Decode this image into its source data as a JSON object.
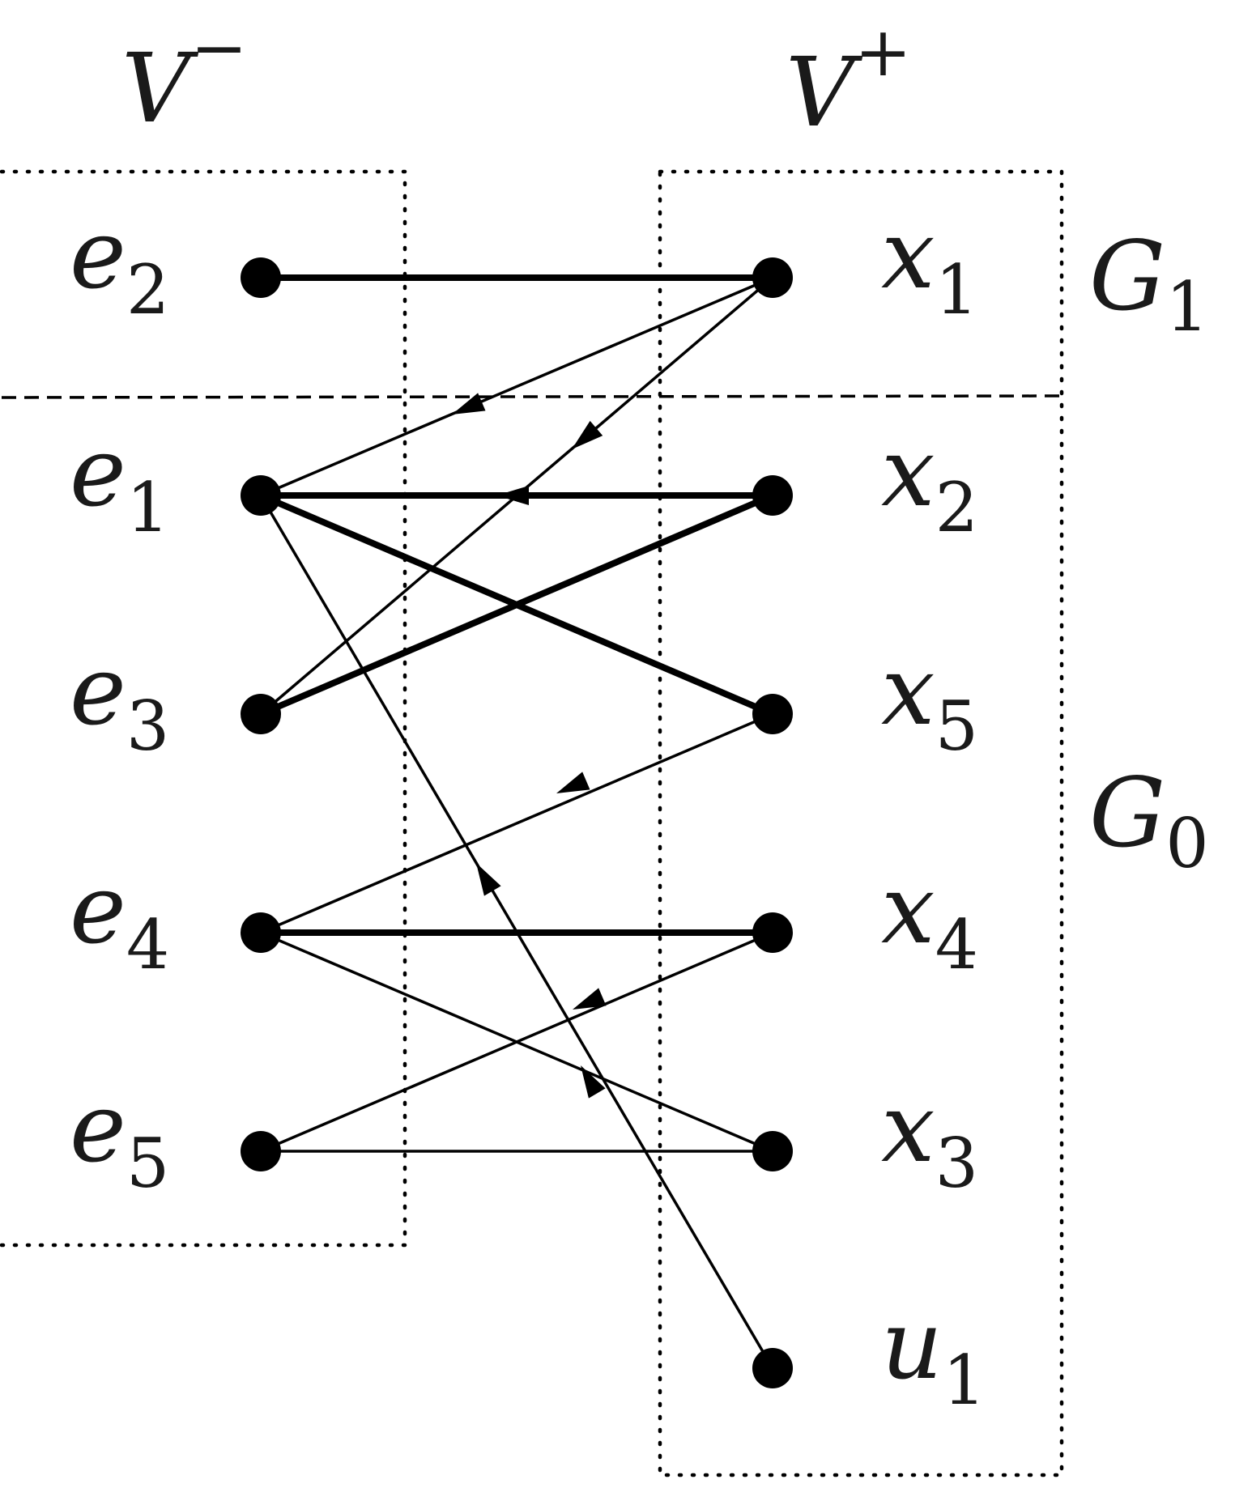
{
  "headers": {
    "left": {
      "base": "V",
      "sup": "−"
    },
    "right": {
      "base": "V",
      "sup": "+"
    }
  },
  "left_nodes": [
    {
      "id": "e2",
      "base": "e",
      "sub": "2"
    },
    {
      "id": "e1",
      "base": "e",
      "sub": "1"
    },
    {
      "id": "e3",
      "base": "e",
      "sub": "3"
    },
    {
      "id": "e4",
      "base": "e",
      "sub": "4"
    },
    {
      "id": "e5",
      "base": "e",
      "sub": "5"
    }
  ],
  "right_nodes": [
    {
      "id": "x1",
      "base": "x",
      "sub": "1"
    },
    {
      "id": "x2",
      "base": "x",
      "sub": "2"
    },
    {
      "id": "x5",
      "base": "x",
      "sub": "5"
    },
    {
      "id": "x4",
      "base": "x",
      "sub": "4"
    },
    {
      "id": "x3",
      "base": "x",
      "sub": "3"
    },
    {
      "id": "u1",
      "base": "u",
      "sub": "1"
    }
  ],
  "groups": {
    "g1": {
      "base": "G",
      "sub": "1"
    },
    "g0": {
      "base": "G",
      "sub": "0"
    }
  },
  "edges": [
    {
      "from": "e2",
      "to": "x1",
      "weight": "thick",
      "arrow": "none"
    },
    {
      "from": "x1",
      "to": "e1",
      "weight": "thin",
      "arrow": "toward-e1"
    },
    {
      "from": "x1",
      "to": "e3",
      "weight": "thin",
      "arrow": "toward-e3"
    },
    {
      "from": "x2",
      "to": "e1",
      "weight": "thick",
      "arrow": "toward-e1"
    },
    {
      "from": "e1",
      "to": "x5",
      "weight": "thick",
      "arrow": "none"
    },
    {
      "from": "e3",
      "to": "x2",
      "weight": "thick",
      "arrow": "none"
    },
    {
      "from": "u1",
      "to": "e1",
      "weight": "thin",
      "arrow": "toward-e1"
    },
    {
      "from": "x5",
      "to": "e4",
      "weight": "thin",
      "arrow": "toward-e4"
    },
    {
      "from": "e4",
      "to": "x4",
      "weight": "thick",
      "arrow": "none"
    },
    {
      "from": "x3",
      "to": "e4",
      "weight": "thin",
      "arrow": "toward-e4"
    },
    {
      "from": "x4",
      "to": "e5",
      "weight": "thin",
      "arrow": "toward-e5"
    },
    {
      "from": "e5",
      "to": "x3",
      "weight": "thin",
      "arrow": "none"
    }
  ],
  "colors": {
    "ink": "#000000",
    "label": "#1a1a1a"
  }
}
